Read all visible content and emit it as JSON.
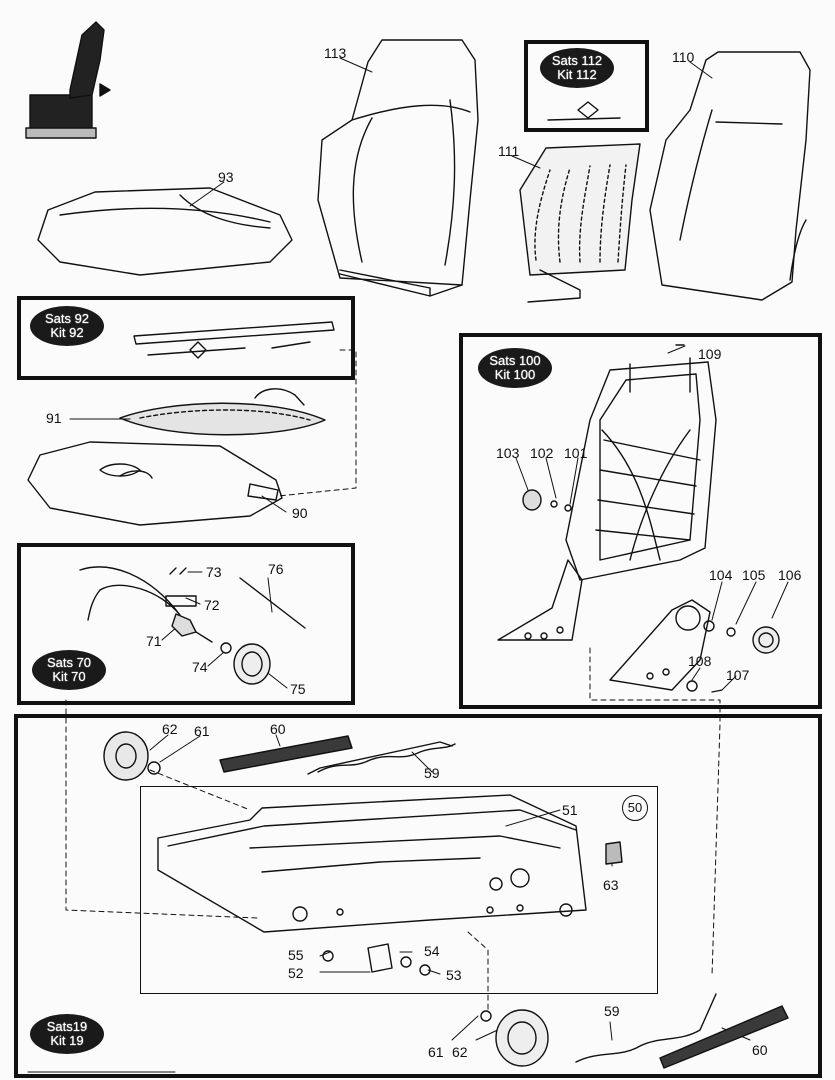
{
  "kits": {
    "k112": {
      "sats": "Sats 112",
      "kit": "Kit 112"
    },
    "k92": {
      "sats": "Sats 92",
      "kit": "Kit 92"
    },
    "k100": {
      "sats": "Sats 100",
      "kit": "Kit 100"
    },
    "k70": {
      "sats": "Sats 70",
      "kit": "Kit 70"
    },
    "k19": {
      "sats": "Sats19",
      "kit": "Kit 19"
    }
  },
  "labels": {
    "p113": "113",
    "p110": "110",
    "p111": "111",
    "p93": "93",
    "p91": "91",
    "p90": "90",
    "p109": "109",
    "p103": "103",
    "p102": "102",
    "p101": "101",
    "p104": "104",
    "p105": "105",
    "p106": "106",
    "p108": "108",
    "p107": "107",
    "p73": "73",
    "p76": "76",
    "p72": "72",
    "p71": "71",
    "p74": "74",
    "p75": "75",
    "p62a": "62",
    "p61a": "61",
    "p60a": "60",
    "p59a": "59",
    "p51": "51",
    "p50": "50",
    "p63": "63",
    "p55": "55",
    "p54": "54",
    "p52": "52",
    "p53": "53",
    "p61b": "61",
    "p62b": "62",
    "p59b": "59",
    "p60b": "60"
  }
}
